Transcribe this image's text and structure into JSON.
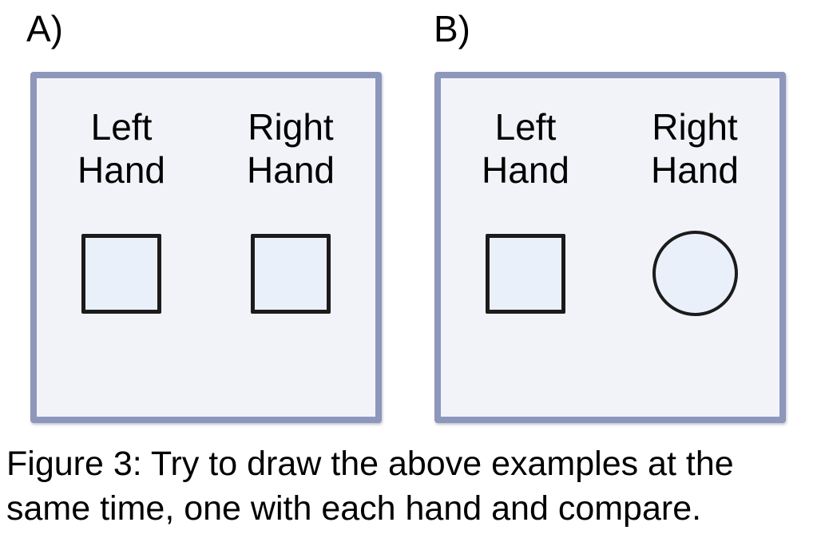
{
  "figure": {
    "panels": [
      {
        "label": "A)",
        "columns": [
          {
            "hand_line1": "Left",
            "hand_line2": "Hand",
            "shape": "square"
          },
          {
            "hand_line1": "Right",
            "hand_line2": "Hand",
            "shape": "square"
          }
        ]
      },
      {
        "label": "B)",
        "columns": [
          {
            "hand_line1": "Left",
            "hand_line2": "Hand",
            "shape": "square"
          },
          {
            "hand_line1": "Right",
            "hand_line2": "Hand",
            "shape": "circle"
          }
        ]
      }
    ],
    "caption": {
      "line1": "Figure 3: Try to draw the above examples at the",
      "line2": "same time, one with each hand and compare."
    },
    "colors": {
      "background": "#ffffff",
      "panel_border": "#8d97bb",
      "panel_fill": "#f2f3f9",
      "shape_fill": "#e9f0fa",
      "shape_stroke": "#1b1b1b",
      "text": "#000000"
    }
  }
}
